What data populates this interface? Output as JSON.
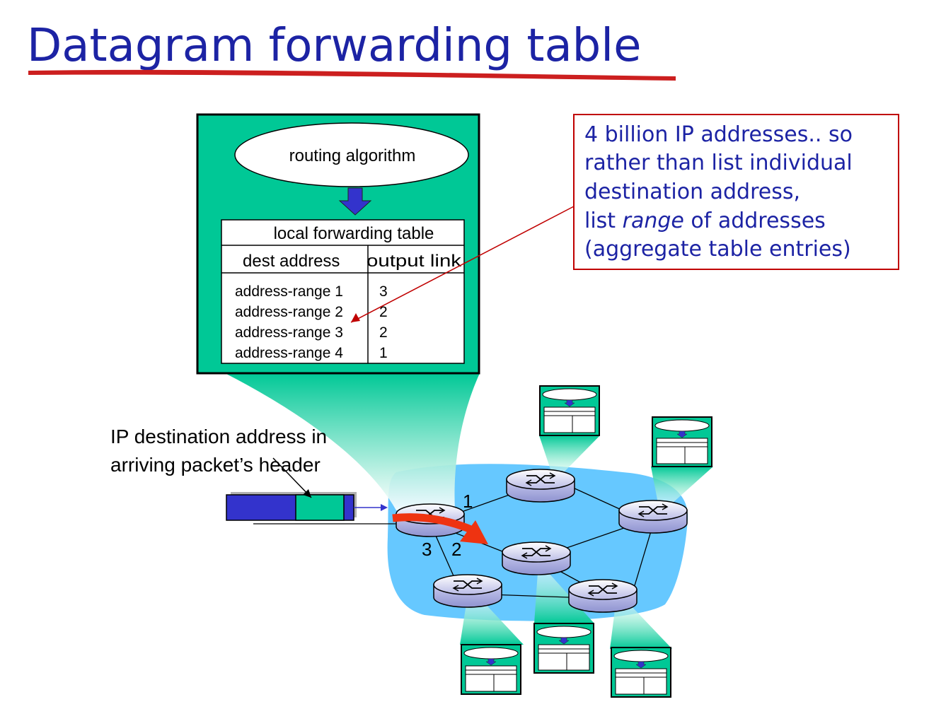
{
  "title": "Datagram forwarding  table",
  "router_box": {
    "algorithm_label": "routing algorithm",
    "table_title": "local forwarding table",
    "col_dest": "dest address",
    "col_link": "output  link",
    "rows": [
      {
        "dest": "address-range 1",
        "link": "3"
      },
      {
        "dest": "address-range 2",
        "link": "2"
      },
      {
        "dest": "address-range 3",
        "link": "2"
      },
      {
        "dest": "address-range 4",
        "link": "1"
      }
    ]
  },
  "callout": {
    "line1": "4 billion IP addresses.. so",
    "line2": "rather than list individual",
    "line3": "destination address,",
    "line4_pre": "list ",
    "line4_em": "range",
    "line4_post": " of addresses",
    "line5": "(aggregate table entries)"
  },
  "packet_label": {
    "line1": "IP destination address in",
    "line2": "arriving packet’s header"
  },
  "port_labels": {
    "p1": "1",
    "p2": "2",
    "p3": "3"
  },
  "colors": {
    "title": "#1c23a4",
    "underline": "#cc1f1f",
    "table_box": "#00c896",
    "network_cloud": "#66c8ff",
    "packet_body": "#3333cc",
    "forward_arrow": "#ee3311",
    "callout_border": "#c00000"
  }
}
